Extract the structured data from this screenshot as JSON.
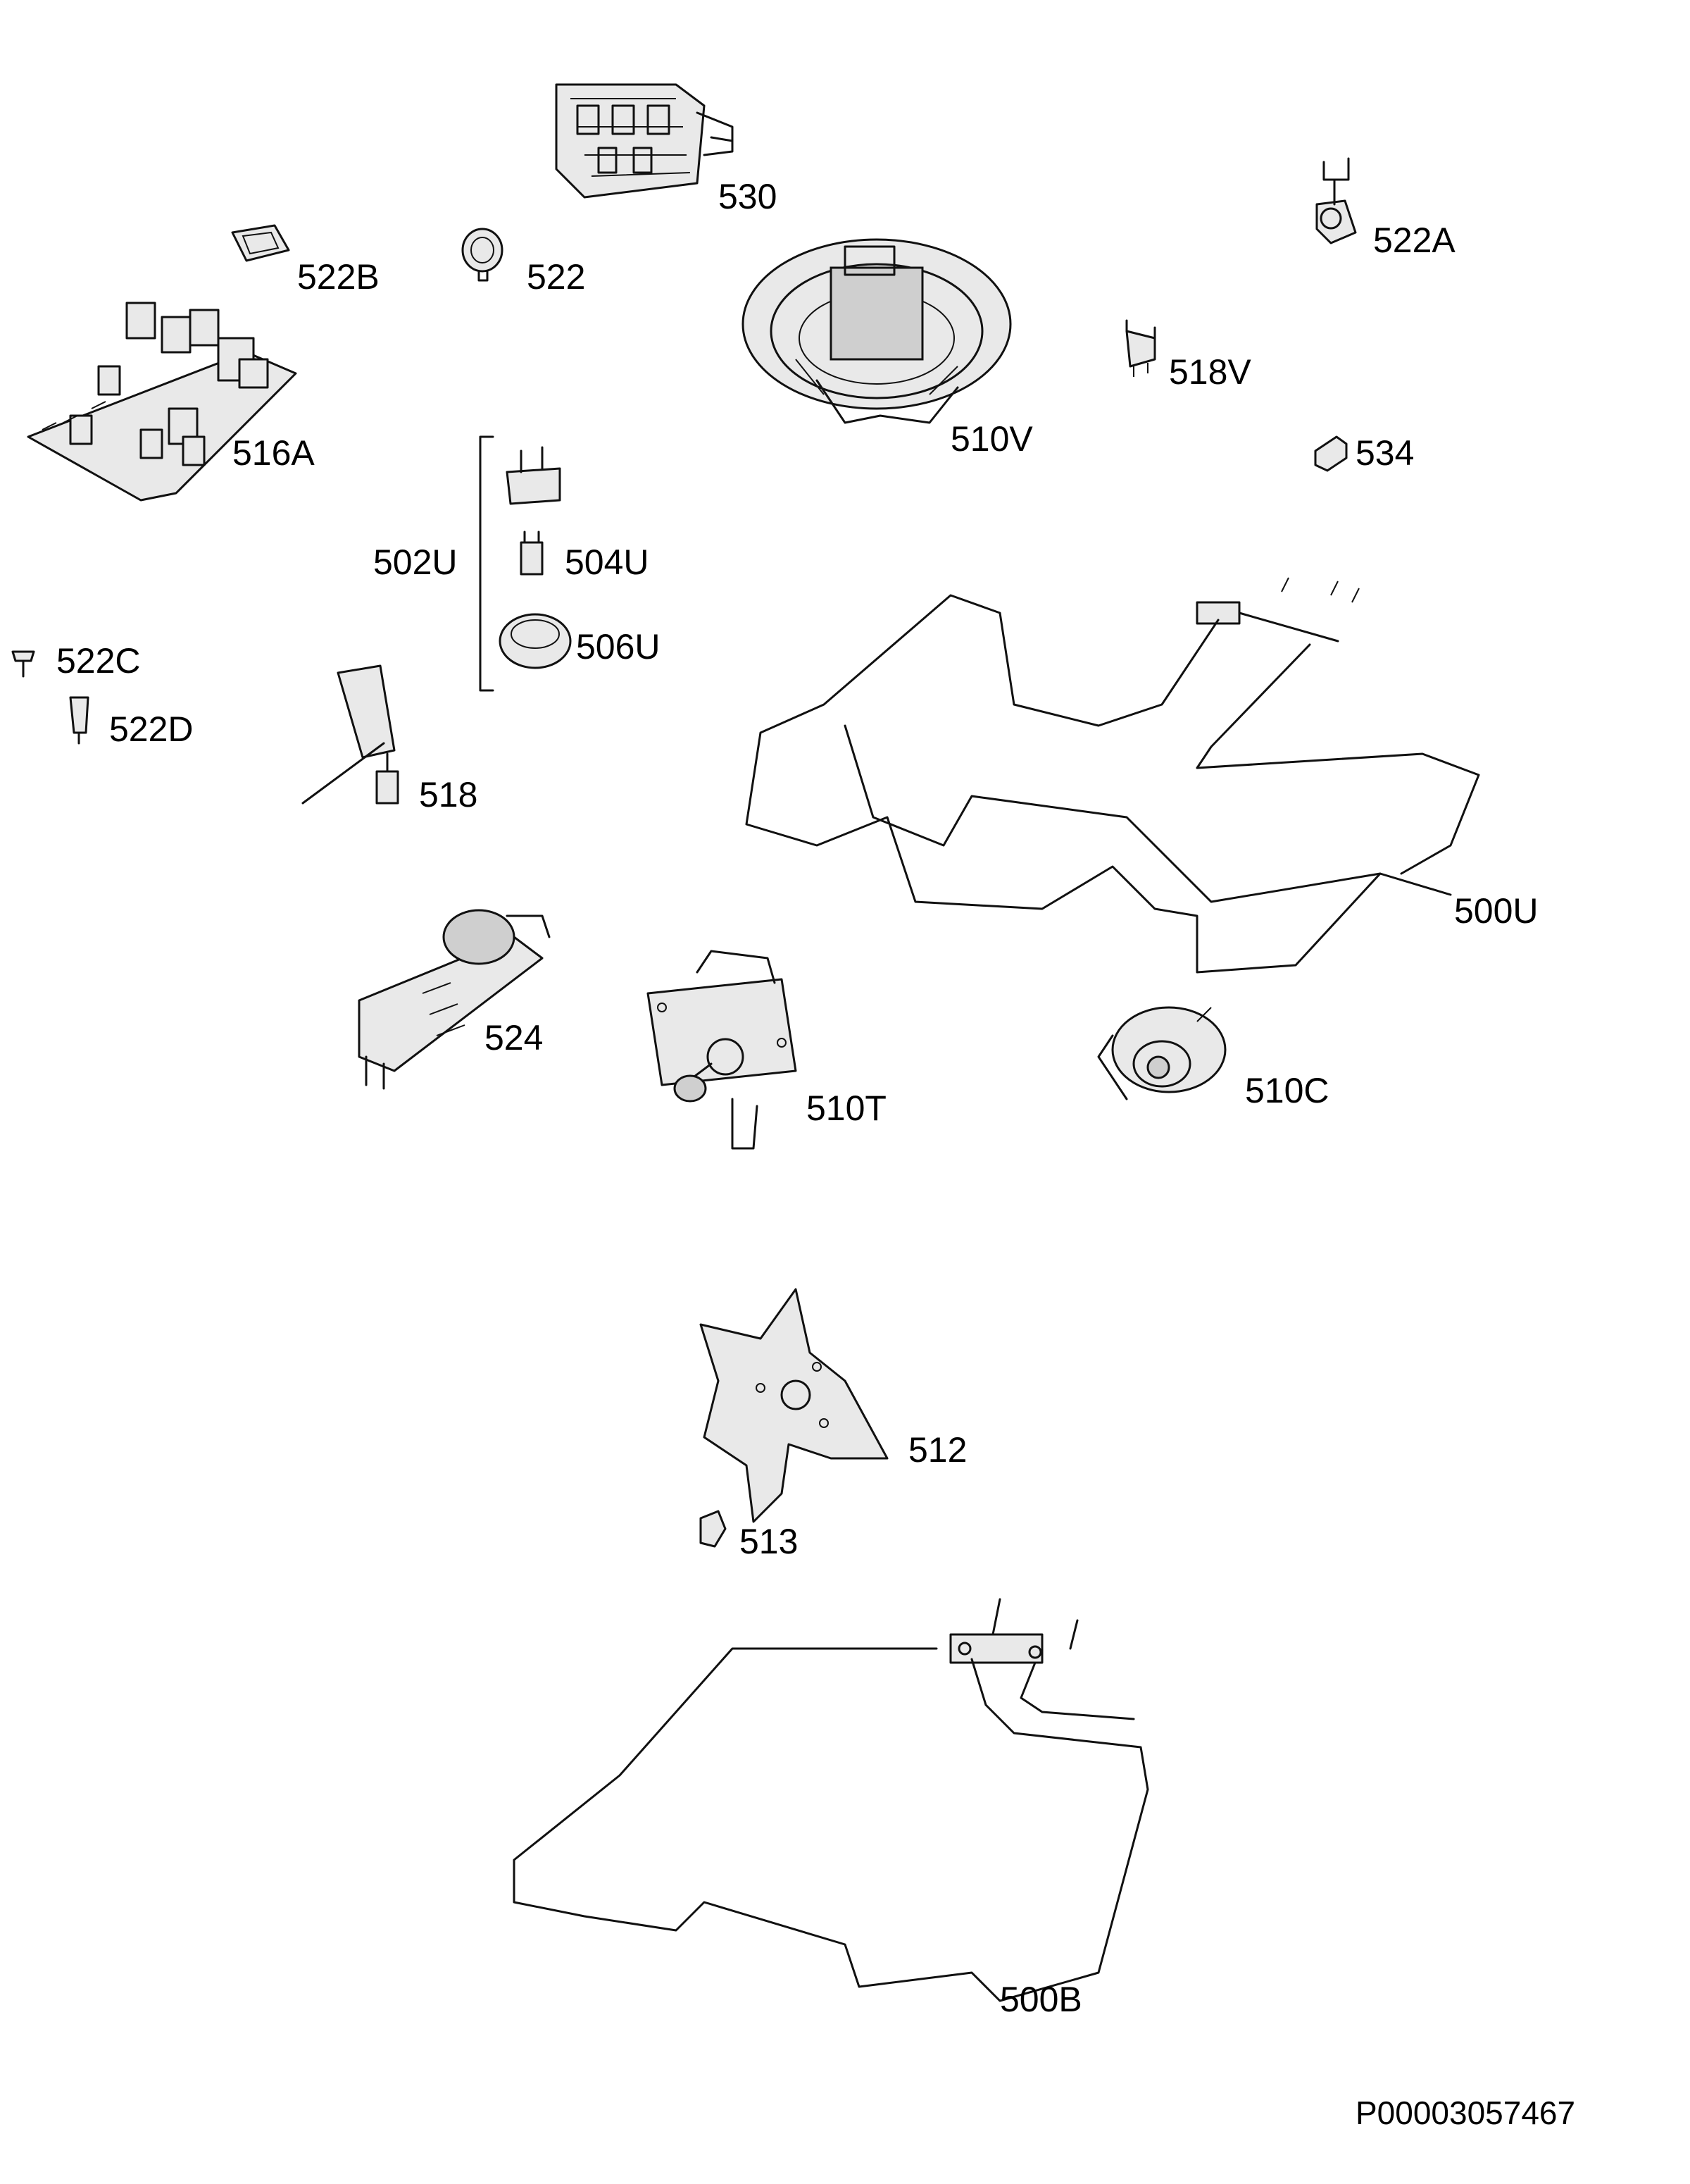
{
  "labels": {
    "p530": "530",
    "p522A": "522A",
    "p522B": "522B",
    "p522": "522",
    "p516A": "516A",
    "p510V": "510V",
    "p518V": "518V",
    "p534": "534",
    "p502U": "502U",
    "p504U": "504U",
    "p506U": "506U",
    "p522C": "522C",
    "p522D": "522D",
    "p518": "518",
    "p500U": "500U",
    "p524": "524",
    "p510T": "510T",
    "p510C": "510C",
    "p512": "512",
    "p513": "513",
    "p500B": "500B"
  },
  "document_id": "P00003057467"
}
